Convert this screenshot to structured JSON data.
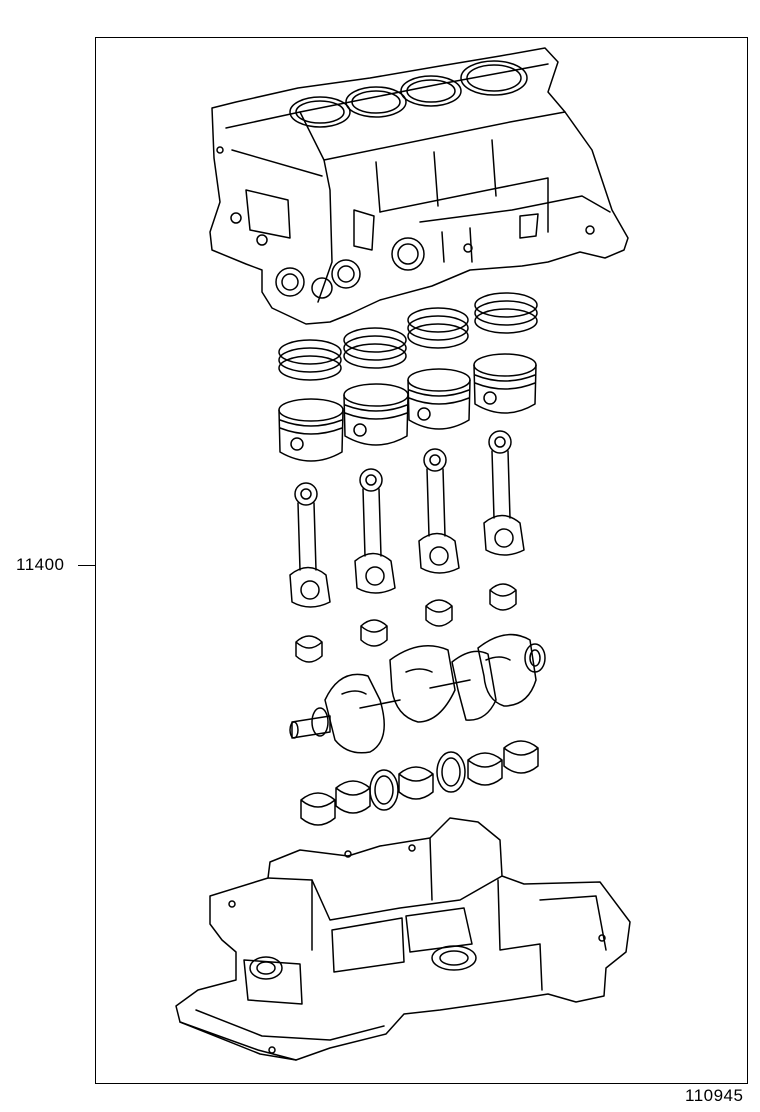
{
  "diagram": {
    "callout": "11400",
    "figure_id": "110945",
    "parts": [
      "cylinder-block",
      "piston-ring-set",
      "piston",
      "connecting-rod",
      "connecting-rod-bearing",
      "crankshaft",
      "crankshaft-bearing",
      "thrust-washer",
      "lower-crankcase"
    ],
    "colors": {
      "line": "#000000",
      "background": "#ffffff"
    }
  }
}
